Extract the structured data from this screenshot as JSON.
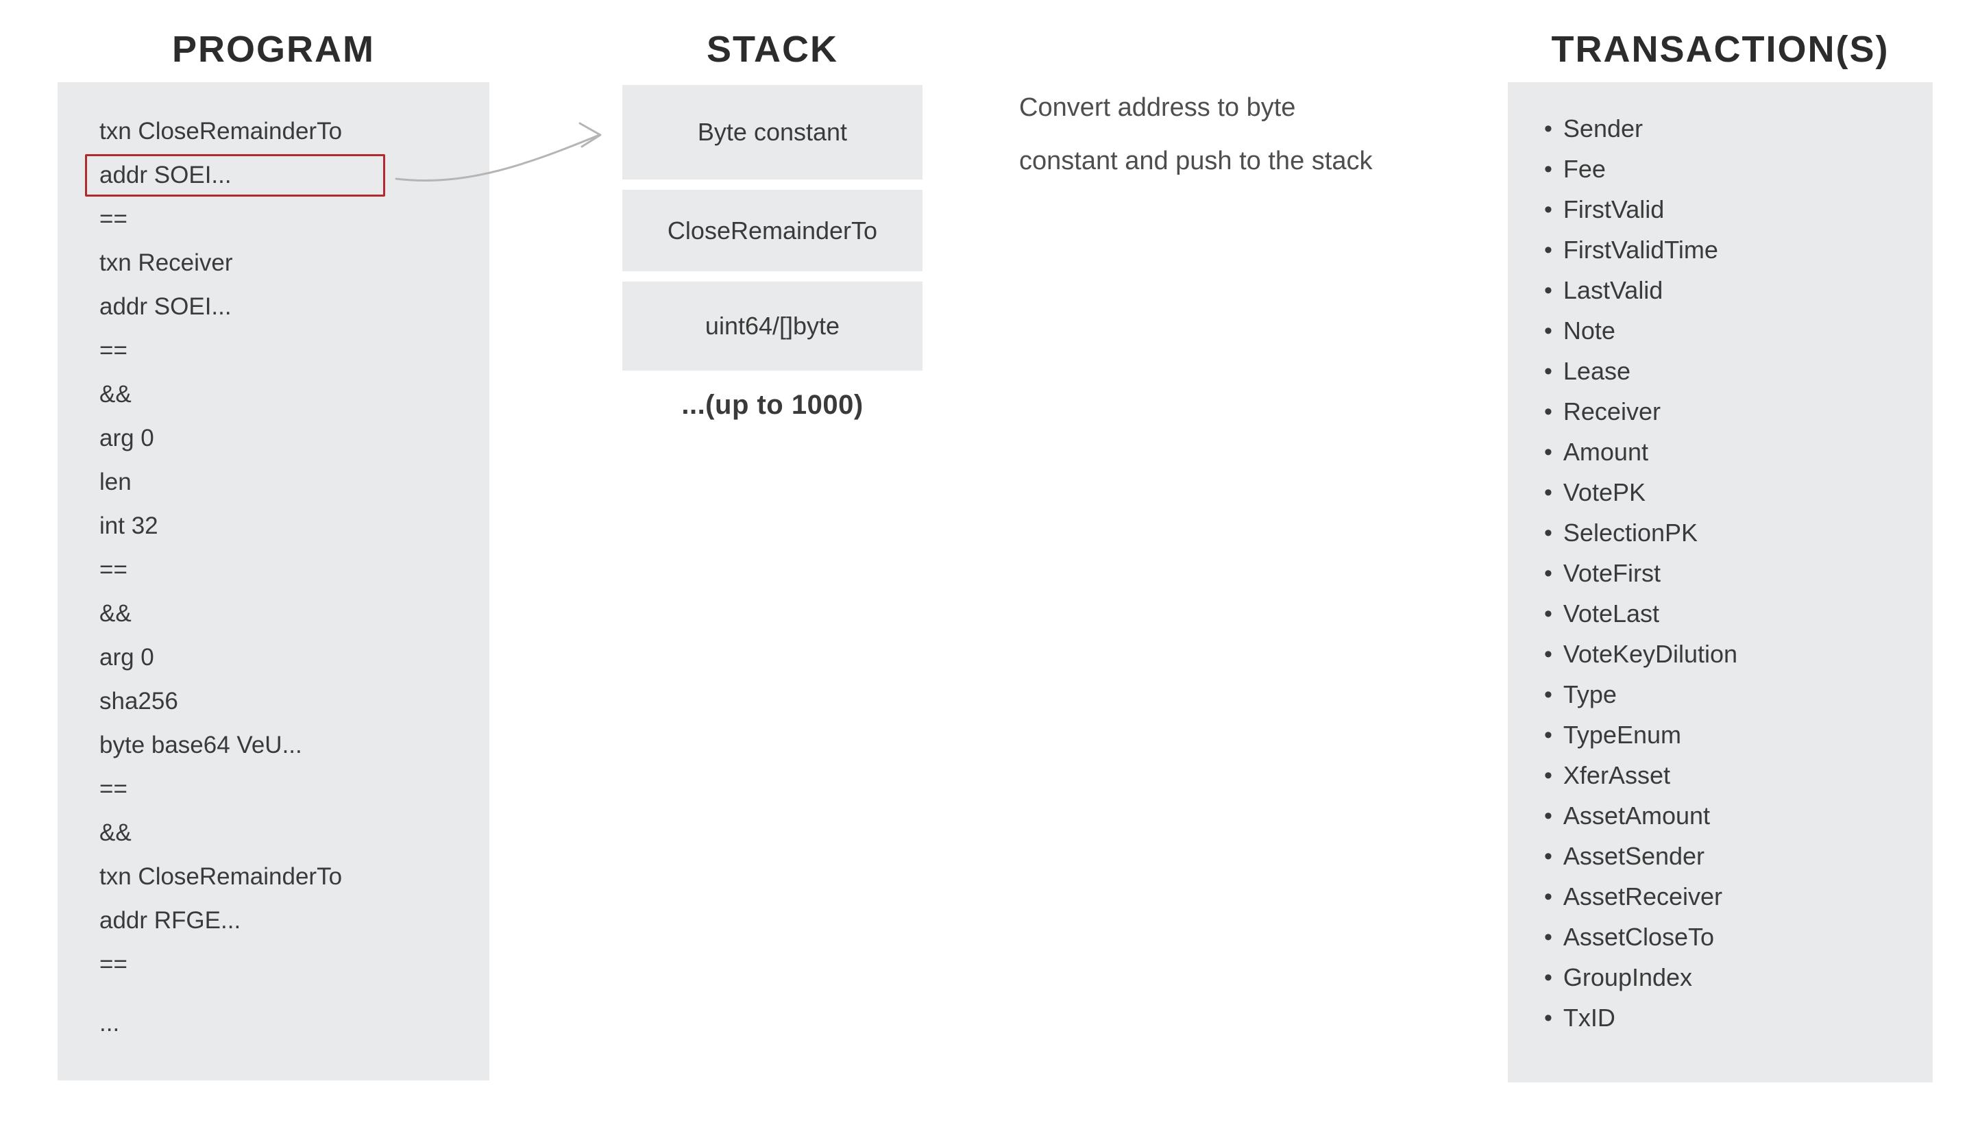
{
  "colors": {
    "panel_bg": "#e8eaec",
    "highlight_border": "#b2292e",
    "arrow": "#b5b5b5",
    "title_text": "#2c2c2c",
    "body_text": "#3a3a3a",
    "annotation_text": "#4e4e4e"
  },
  "columns": {
    "program": {
      "title": "PROGRAM",
      "highlighted_line_index": 1,
      "lines": [
        "txn CloseRemainderTo",
        "addr SOEI...",
        "==",
        "txn Receiver",
        "addr SOEI...",
        "==",
        "&&",
        "arg 0",
        "len",
        "int 32",
        "==",
        "&&",
        "arg 0",
        "sha256",
        "byte base64 VeU...",
        "==",
        "&&",
        "txn CloseRemainderTo",
        "addr RFGE...",
        "==",
        "..."
      ]
    },
    "stack": {
      "title": "STACK",
      "boxes": [
        "Byte constant",
        "CloseRemainderTo",
        "uint64/[]byte"
      ],
      "more_label": "...(up to 1000)"
    },
    "transactions": {
      "title": "TRANSACTION(S)",
      "bullet_icon": "•",
      "fields": [
        "Sender",
        "Fee",
        "FirstValid",
        "FirstValidTime",
        "LastValid",
        "Note",
        "Lease",
        "Receiver",
        "Amount",
        "VotePK",
        "SelectionPK",
        "VoteFirst",
        "VoteLast",
        "VoteKeyDilution",
        "Type",
        "TypeEnum",
        "XferAsset",
        "AssetAmount",
        "AssetSender",
        "AssetReceiver",
        "AssetCloseTo",
        "GroupIndex",
        "TxID"
      ]
    }
  },
  "annotation": {
    "line1": "Convert address to byte",
    "line2": "constant and push to the stack"
  }
}
